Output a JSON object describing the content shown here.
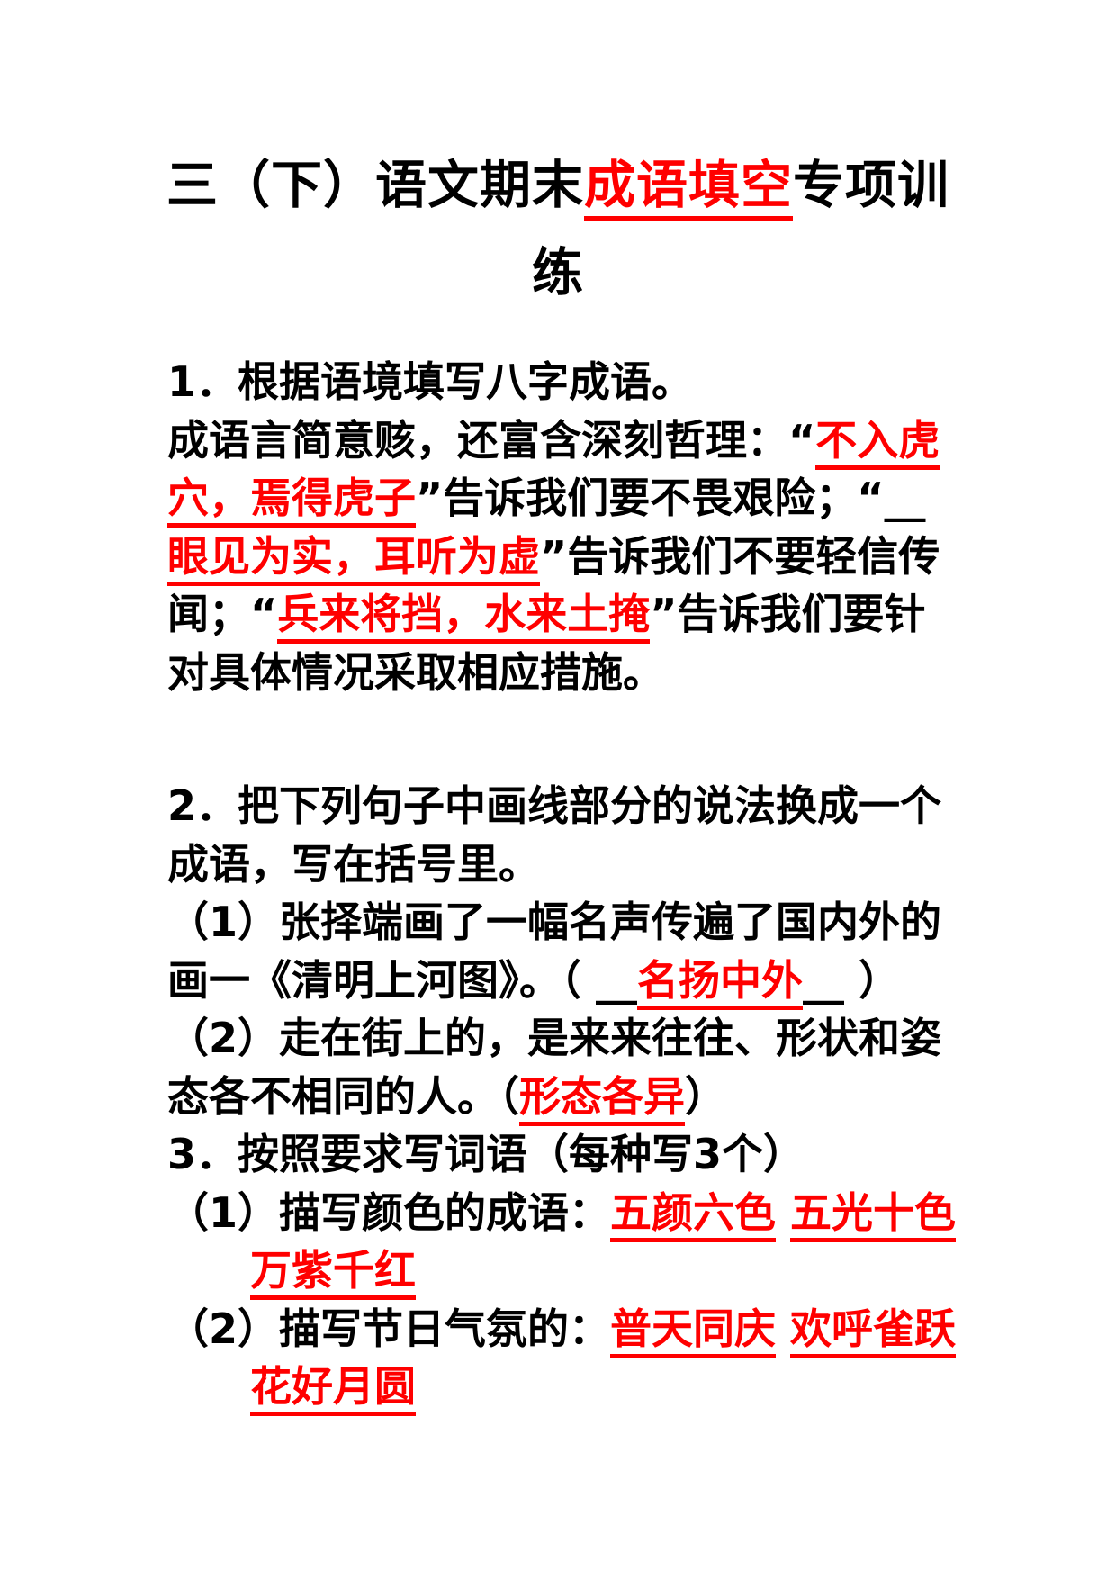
{
  "page": {
    "background_color": "#ffffff",
    "text_color": "#000000",
    "accent_red": "#ff0000"
  },
  "title": {
    "full_text": "三（下）语文期末成语填空专项训练",
    "lines": [
      {
        "segments": [
          {
            "text": "三（下）语文期末",
            "style": "plain"
          },
          {
            "text": "成语填空",
            "style": "red-underline"
          },
          {
            "text": "专项训",
            "style": "plain"
          }
        ]
      },
      {
        "segments": [
          {
            "text": "练",
            "style": "plain"
          }
        ]
      }
    ]
  },
  "body": {
    "lines": [
      {
        "indent": 0,
        "segments": [
          {
            "text": "1．根据语境填写八字成语。",
            "style": "plain"
          }
        ]
      },
      {
        "indent": 0,
        "segments": [
          {
            "text": "成语言简意赅，还富含深刻哲理：“",
            "style": "plain"
          },
          {
            "text": "不入虎",
            "style": "red-underline"
          }
        ]
      },
      {
        "indent": 0,
        "segments": [
          {
            "text": "穴，焉得虎子",
            "style": "red-underline"
          },
          {
            "text": "”告诉我们要不畏艰险；“",
            "style": "plain"
          },
          {
            "text": "__",
            "style": "blank-underscore"
          }
        ]
      },
      {
        "indent": 0,
        "segments": [
          {
            "text": "眼见为实，耳听为虚",
            "style": "red-underline"
          },
          {
            "text": "”告诉我们不要轻信传",
            "style": "plain"
          }
        ]
      },
      {
        "indent": 0,
        "segments": [
          {
            "text": "闻；“",
            "style": "plain"
          },
          {
            "text": "兵来将挡，水来土掩",
            "style": "red-underline"
          },
          {
            "text": "”告诉我们要针",
            "style": "plain"
          }
        ]
      },
      {
        "indent": 0,
        "segments": [
          {
            "text": "对具体情况采取相应措施。",
            "style": "plain"
          }
        ]
      },
      {
        "indent": 0,
        "spacer": true,
        "segments": []
      },
      {
        "indent": 0,
        "segments": [
          {
            "text": "2．把下列句子中画线部分的说法换成一个",
            "style": "plain"
          }
        ]
      },
      {
        "indent": 0,
        "segments": [
          {
            "text": "成语，写在括号里。",
            "style": "plain"
          }
        ]
      },
      {
        "indent": 0,
        "segments": [
          {
            "text": "（1）张择端画了一幅名声传遍了国内外的",
            "style": "plain"
          }
        ]
      },
      {
        "indent": 0,
        "segments": [
          {
            "text": "画一《清明上河图》。（",
            "style": "plain"
          },
          {
            "text": " __",
            "style": "blank-underscore"
          },
          {
            "text": "名扬中外",
            "style": "red-underline"
          },
          {
            "text": "__ ",
            "style": "blank-underscore"
          },
          {
            "text": "）",
            "style": "plain"
          }
        ]
      },
      {
        "indent": 0,
        "segments": [
          {
            "text": "（2）走在街上的，是来来往往、形状和姿",
            "style": "plain"
          }
        ]
      },
      {
        "indent": 0,
        "segments": [
          {
            "text": "态各不相同的人。（",
            "style": "plain"
          },
          {
            "text": "形态各异",
            "style": "red-underline"
          },
          {
            "text": "）",
            "style": "plain"
          }
        ]
      },
      {
        "indent": 0,
        "segments": [
          {
            "text": "3．按照要求写词语（每种写3个）",
            "style": "plain"
          }
        ]
      },
      {
        "indent": 0,
        "segments": [
          {
            "text": "（1）描写颜色的成语：",
            "style": "plain"
          },
          {
            "text": "五颜六色",
            "style": "red-underline"
          },
          {
            "text": " ",
            "style": "plain"
          },
          {
            "text": "五光十色",
            "style": "red-underline"
          }
        ]
      },
      {
        "indent": 1,
        "segments": [
          {
            "text": "万紫千红",
            "style": "red-underline"
          }
        ]
      },
      {
        "indent": 0,
        "segments": [
          {
            "text": "（2）描写节日气氛的：",
            "style": "plain"
          },
          {
            "text": "普天同庆",
            "style": "red-underline"
          },
          {
            "text": " ",
            "style": "plain"
          },
          {
            "text": "欢呼雀跃",
            "style": "red-underline"
          }
        ]
      },
      {
        "indent": 1,
        "segments": [
          {
            "text": "花好月圆",
            "style": "red-underline"
          }
        ]
      }
    ]
  }
}
